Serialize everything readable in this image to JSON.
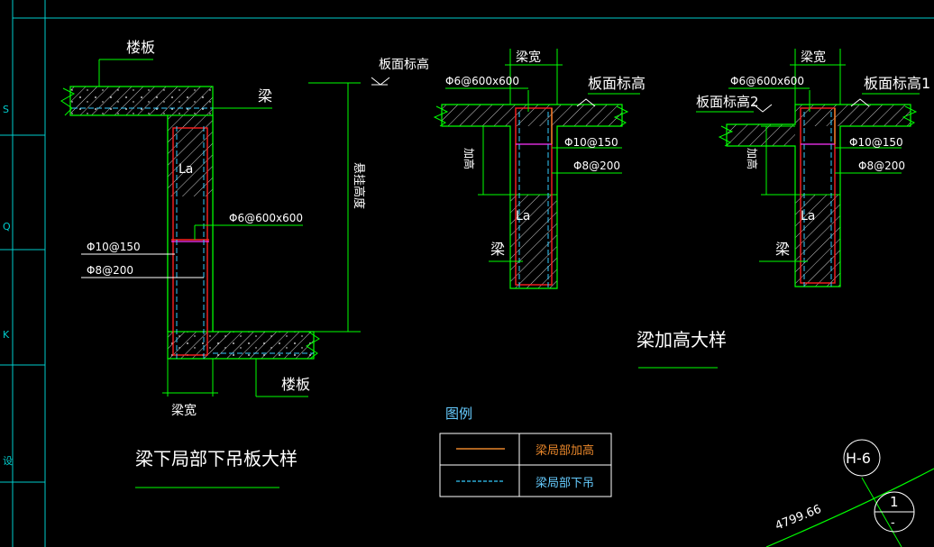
{
  "left_detail": {
    "slab_top_label": "楼板",
    "beam_label": "梁",
    "la_label": "La",
    "stirrup_label": "Φ6@600x600",
    "rebar1_label": "Φ10@150",
    "rebar2_label": "Φ8@200",
    "slab_bottom_label": "楼板",
    "beam_width_label": "梁宽",
    "panel_elev_label": "板面标高",
    "drop_height_label": "悬挂高度",
    "title": "梁下局部下吊板大样"
  },
  "middle_detail": {
    "beam_width_label": "梁宽",
    "stirrup_label": "Φ6@600x600",
    "panel_elev_label": "板面标高",
    "rebar1_label": "Φ10@150",
    "rebar2_label": "Φ8@200",
    "height_label": "加高",
    "la_label": "La",
    "beam_label": "梁"
  },
  "right_detail": {
    "beam_width_label": "梁宽",
    "stirrup_label": "Φ6@600x600",
    "panel_elev1_label": "板面标高1",
    "panel_elev2_label": "板面标高2",
    "rebar1_label": "Φ10@150",
    "rebar2_label": "Φ8@200",
    "height_label": "加高",
    "la_label": "La",
    "beam_label": "梁"
  },
  "beam_heighten_title": "梁加高大样",
  "legend": {
    "title": "图例",
    "rows": [
      {
        "label": "梁局部加高",
        "color": "#e8862a"
      },
      {
        "label": "梁局部下吊",
        "color": "#33ccff"
      }
    ]
  },
  "grid_bubble": {
    "axis1": "H-6",
    "axis2": "1",
    "axis2_sub": "-"
  },
  "coordinate_text": "4799.66",
  "colors": {
    "green": "#00ff00",
    "white": "#ffffff",
    "cyan": "#00ffff",
    "red": "#ff2020",
    "magenta": "#ff33ff",
    "orange": "#e8862a"
  }
}
